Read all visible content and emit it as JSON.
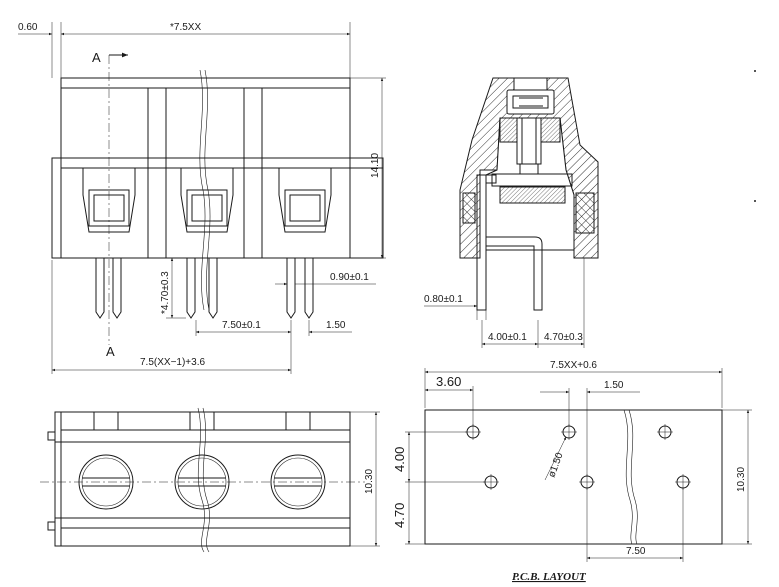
{
  "front_view": {
    "dim_offset": "0.60",
    "dim_overall_width": "*7.5XX",
    "dim_height": "14.10",
    "section_mark_top": "A",
    "section_mark_bottom": "A",
    "dim_pin_length": "*4.70±0.3",
    "dim_pin_width": "0.90±0.1",
    "dim_pitch": "7.50±0.1",
    "dim_pin_offset": "1.50",
    "dim_total_span": "7.5(XX−1)+3.6"
  },
  "side_view": {
    "dim_pin_width": "0.80±0.1",
    "dim_pin_spacing": "4.00±0.1",
    "dim_pin_rear": "4.70±0.3"
  },
  "top_view": {
    "dim_depth": "10.30"
  },
  "pcb_layout": {
    "title": "P.C.B. LAYOUT",
    "dim_overall_width": "7.5XX+0.6",
    "dim_edge_offset": "3.60",
    "dim_hole_offset": "1.50",
    "dim_hole_diameter": "ø1.50",
    "dim_row_spacing": "4.00",
    "dim_row_to_edge": "4.70",
    "dim_depth": "10.30",
    "dim_pitch": "7.50"
  }
}
